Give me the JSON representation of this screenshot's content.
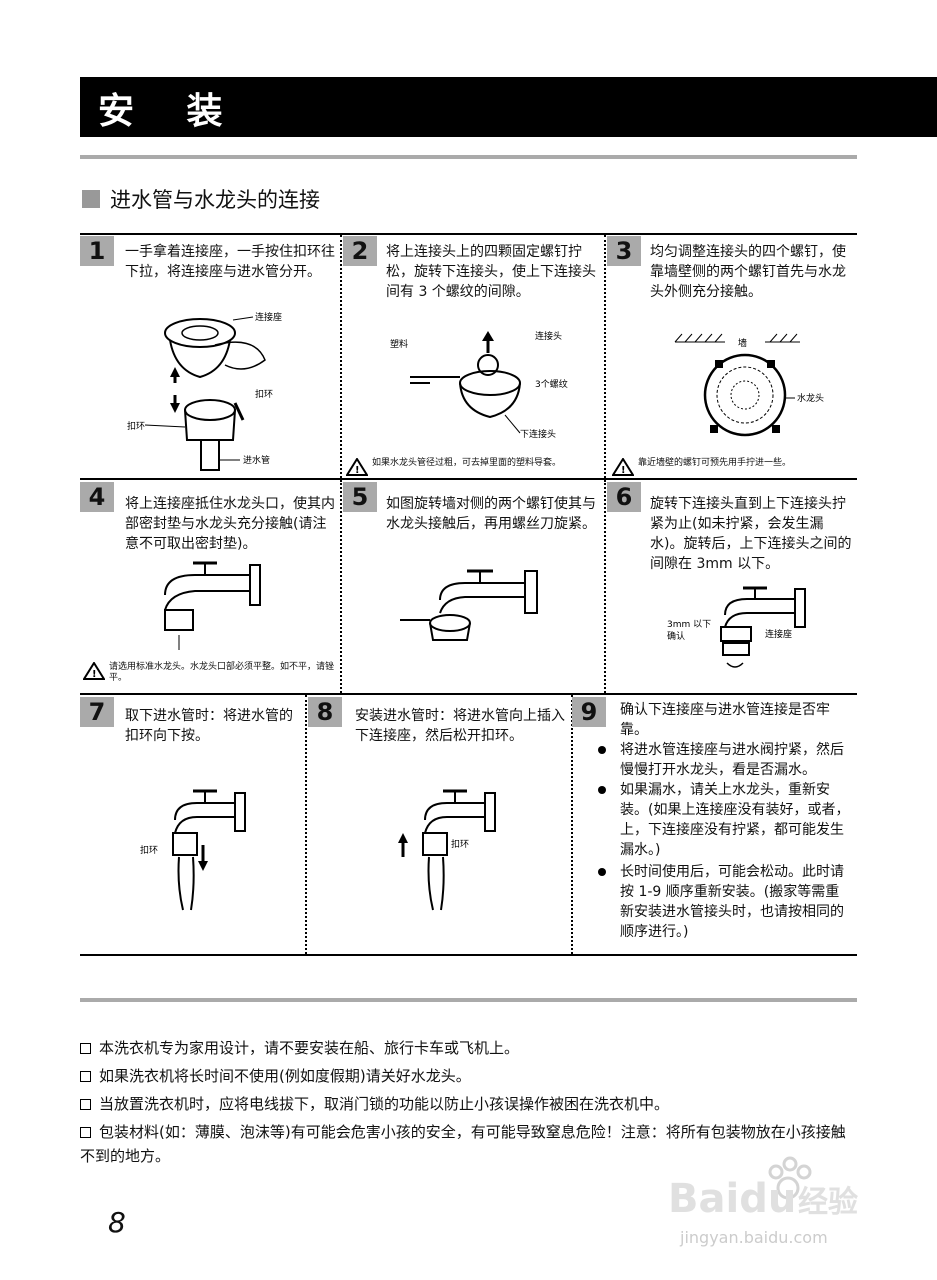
{
  "header": {
    "title": "安 装"
  },
  "section": {
    "title": "进水管与水龙头的连接"
  },
  "steps": [
    {
      "num": "1",
      "text": "一手拿着连接座，一手按住扣环往下拉，将连接座与进水管分开。",
      "labels": [
        "连接座",
        "扣环",
        "扣环",
        "进水管"
      ],
      "warning": ""
    },
    {
      "num": "2",
      "text": "将上连接头上的四颗固定螺钉拧松，旋转下连接头，使上下连接头间有 3 个螺纹的间隙。",
      "labels": [
        "塑料",
        "连接头",
        "3个螺纹",
        "下连接头"
      ],
      "warning": "如果水龙头管径过粗，可去掉里面的塑料导套。"
    },
    {
      "num": "3",
      "text": "均匀调整连接头的四个螺钉，使靠墙壁侧的两个螺钉首先与水龙头外侧充分接触。",
      "labels": [
        "墙",
        "水龙头"
      ],
      "warning": "靠近墙壁的螺钉可预先用手拧进一些。"
    },
    {
      "num": "4",
      "text": "将上连接座抵住水龙头口，使其内部密封垫与水龙头充分接触(请注意不可取出密封垫)。",
      "labels": [],
      "warning": "请选用标准水龙头。水龙头口部必须平整。如不平，请锉平。"
    },
    {
      "num": "5",
      "text": "如图旋转墙对侧的两个螺钉使其与水龙头接触后，再用螺丝刀旋紧。",
      "labels": [],
      "warning": ""
    },
    {
      "num": "6",
      "text": "旋转下连接头直到上下连接头拧紧为止(如未拧紧，会发生漏水)。旋转后，上下连接头之间的间隙在 3mm 以下。",
      "labels": [
        "3mm 以下",
        "确认",
        "连接座"
      ],
      "warning": ""
    },
    {
      "num": "7",
      "text": "取下进水管时：将进水管的扣环向下按。",
      "labels": [
        "扣环"
      ],
      "warning": ""
    },
    {
      "num": "8",
      "text": "安装进水管时：将进水管向上插入下连接座，然后松开扣环。",
      "labels": [
        "扣环"
      ],
      "warning": ""
    },
    {
      "num": "9",
      "text": "确认下连接座与进水管连接是否牢靠。",
      "labels": [],
      "warning": ""
    }
  ],
  "step9_bullets": [
    "将进水管连接座与进水阀拧紧，然后慢慢打开水龙头，看是否漏水。",
    "如果漏水，请关上水龙头，重新安装。(如果上连接座没有装好，或者，上，下连接座没有拧紧，都可能发生漏水。)",
    "长时间使用后，可能会松动。此时请按 1-9 顺序重新安装。(搬家等需重新安装进水管接头时，也请按相同的顺序进行。)"
  ],
  "notes": [
    "本洗衣机专为家用设计，请不要安装在船、旅行卡车或飞机上。",
    "如果洗衣机将长时间不使用(例如度假期)请关好水龙头。",
    "当放置洗衣机时，应将电线拔下，取消门锁的功能以防止小孩误操作被困在洗衣机中。",
    "包装材料(如：薄膜、泡沫等)有可能会危害小孩的安全，有可能导致窒息危险！注意：将所有包装物放在小孩接触不到的地方。"
  ],
  "page_number": "8",
  "watermark": {
    "logo": "Baidu经验",
    "url": "jingyan.baidu.com"
  }
}
